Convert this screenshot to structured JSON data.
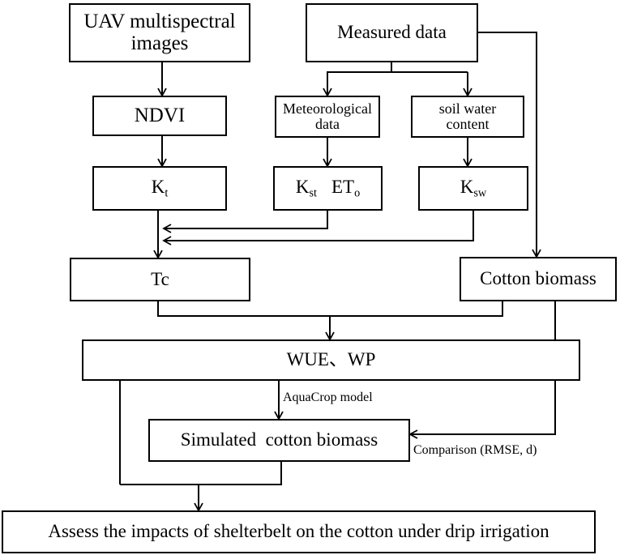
{
  "nodes": {
    "uav": "UAV multispectral images",
    "measured": "Measured data",
    "ndvi": "NDVI",
    "meteo": "Meteorological data",
    "soil": "soil water content",
    "kt": {
      "main": "K",
      "sub": "t"
    },
    "kst": {
      "main": "K",
      "sub": "st"
    },
    "eto": {
      "main": "ET",
      "sub": "o"
    },
    "ksw": {
      "main": "K",
      "sub": "sw"
    },
    "tc": "Tc",
    "cotton_biomass": "Cotton biomass",
    "wue": "WUE、WP",
    "simulated": "Simulated  cotton biomass",
    "assess": "Assess the impacts of shelterbelt on the cotton under drip irrigation"
  },
  "labels": {
    "aquacrop": "AquaCrop model",
    "comparison": "Comparison (RMSE, d)"
  }
}
